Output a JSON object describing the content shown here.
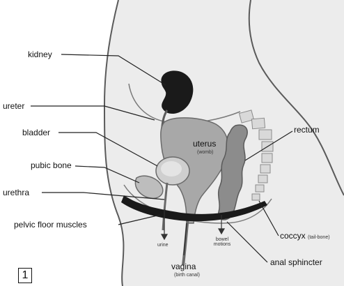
{
  "labels": {
    "kidney": "kidney",
    "ureter": "ureter",
    "bladder": "bladder",
    "pubic_bone": "pubic bone",
    "urethra": "urethra",
    "pelvic_floor_muscles": "pelvic floor muscles",
    "uterus": "uterus",
    "uterus_sub": "(womb)",
    "rectum": "rectum",
    "coccyx": "coccyx",
    "coccyx_sub": "(tail-bone)",
    "anal_sphincter": "anal sphincter",
    "vagina": "vagina",
    "vagina_sub": "(birth canal)",
    "urine": "urine",
    "bowel_motions_line1": "bowel",
    "bowel_motions_line2": "motions"
  },
  "panel_number": "1",
  "colors": {
    "outline": "#5a5a5a",
    "body_fill": "#ececec",
    "organ_fill": "#a8a8a8",
    "kidney_fill": "#1a1a1a",
    "muscle_fill": "#1a1a1a",
    "bone_fill": "#d9d9d9"
  }
}
